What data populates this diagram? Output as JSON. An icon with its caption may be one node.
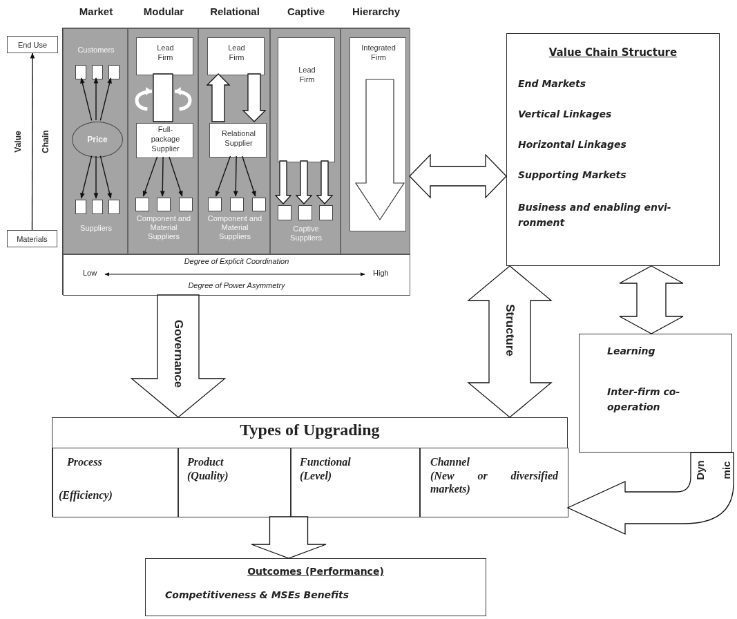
{
  "diagram": {
    "nodes": [
      {
        "text": [],
        "shape": "box"
      },
      {
        "text": [
          "Market",
          "Customers",
          "Suppliers"
        ],
        "in": 0
      },
      {
        "text": [],
        "shape": "box",
        "in": 1
      },
      {
        "text": [],
        "shape": "box",
        "in": 1
      },
      {
        "text": [],
        "shape": "box",
        "in": 1
      },
      {
        "text": [
          "Price"
        ],
        "in": 1
      },
      {
        "text": [],
        "shape": "box",
        "in": 1
      },
      {
        "text": [],
        "shape": "box",
        "in": 1
      },
      {
        "text": [],
        "shape": "box",
        "in": 1
      },
      {
        "text": [
          "Modular",
          "Component and Material Suppliers"
        ],
        "in": 0
      },
      {
        "text": [
          "Lead Firm"
        ],
        "in": 9
      },
      {
        "text": [
          "Full- package Supplier"
        ],
        "in": 9
      },
      {
        "text": [],
        "shape": "box",
        "in": 9
      },
      {
        "text": [],
        "shape": "box",
        "in": 9
      },
      {
        "text": [],
        "shape": "box",
        "in": 9
      },
      {
        "text": [
          "Relational",
          "Component and Material Suppliers"
        ],
        "in": 0
      },
      {
        "text": [
          "Lead Firm"
        ],
        "in": 15
      },
      {
        "text": [
          "Relational Supplier"
        ],
        "in": 15
      },
      {
        "text": [],
        "shape": "box",
        "in": 15
      },
      {
        "text": [],
        "shape": "box",
        "in": 15
      },
      {
        "text": [],
        "shape": "box",
        "in": 15
      },
      {
        "text": [
          "Captive",
          "Captive Suppliers"
        ],
        "in": 0
      },
      {
        "text": [
          "Lead Firm"
        ],
        "in": 21
      },
      {
        "text": [],
        "shape": "box",
        "in": 21
      },
      {
        "text": [],
        "shape": "box",
        "in": 21
      },
      {
        "text": [],
        "shape": "box",
        "in": 21
      },
      {
        "text": [
          "Hierarchy"
        ],
        "in": 0
      },
      {
        "text": [
          "Integrated Firm"
        ],
        "in": 26
      },
      {
        "text": [
          "Degree of Explicit Coordination",
          "Low",
          "High",
          "Degree of Power Asymmetry"
        ],
        "in": 0
      },
      {
        "text": [
          "End Use"
        ]
      },
      {
        "text": [
          "Materials"
        ]
      },
      {
        "text": [
          "Value Chain Structure",
          "End Markets",
          "Vertical Linkages",
          "Horizontal Linkages",
          "Supporting Markets",
          "Business and enabling envi- ronment"
        ]
      },
      {
        "text": [
          "Learning",
          "Inter-firm co- operation"
        ]
      },
      {
        "text": [
          "Types of Upgrading"
        ]
      },
      {
        "text": [
          "Process",
          "(Efficiency)"
        ],
        "in": 33
      },
      {
        "text": [
          "Product",
          "(Quality)"
        ],
        "in": 33
      },
      {
        "text": [
          "Functional",
          "(Level)"
        ],
        "in": 33
      },
      {
        "text": [
          "Channel",
          "(New or diversified markets)"
        ],
        "in": 33
      },
      {
        "text": [
          "Outcomes (Performance)",
          "Competitiveness & MSEs Benefits"
        ]
      }
    ],
    "edges": [
      {
        "from": 5,
        "to": 2,
        "arrow": "to"
      },
      {
        "from": 5,
        "to": 3,
        "arrow": "to"
      },
      {
        "from": 5,
        "to": 4,
        "arrow": "to"
      },
      {
        "from": 5,
        "to": 6,
        "arrow": "to"
      },
      {
        "from": 5,
        "to": 7,
        "arrow": "to"
      },
      {
        "from": 5,
        "to": 8,
        "arrow": "to"
      },
      {
        "from": 10,
        "to": 11,
        "arrow": "none",
        "style": "thick"
      },
      {
        "from": 11,
        "to": 12,
        "arrow": "to"
      },
      {
        "from": 11,
        "to": 13,
        "arrow": "to"
      },
      {
        "from": 11,
        "to": 14,
        "arrow": "to"
      },
      {
        "from": 17,
        "to": 16,
        "arrow": "to",
        "style": "thick"
      },
      {
        "from": 16,
        "to": 17,
        "arrow": "to",
        "style": "thick"
      },
      {
        "from": 17,
        "to": 18,
        "arrow": "to"
      },
      {
        "from": 17,
        "to": 19,
        "arrow": "to"
      },
      {
        "from": 17,
        "to": 20,
        "arrow": "to"
      },
      {
        "from": 22,
        "to": 23,
        "arrow": "to",
        "style": "thick"
      },
      {
        "from": 22,
        "to": 24,
        "arrow": "to",
        "style": "thick"
      },
      {
        "from": 22,
        "to": 25,
        "arrow": "to",
        "style": "thick"
      },
      {
        "from": 30,
        "to": 29,
        "arrow": "to"
      },
      {
        "from": 0,
        "to": 31,
        "arrow": "both",
        "style": "thick"
      },
      {
        "from": 0,
        "to": 33,
        "arrow": "to",
        "style": "thick",
        "label": "Governance"
      },
      {
        "from": 31,
        "to": 33,
        "arrow": "both",
        "style": "thick",
        "label": "Structure"
      },
      {
        "from": 31,
        "to": 32,
        "arrow": "both",
        "style": "thick"
      },
      {
        "from": 32,
        "to": 33,
        "arrow": "to",
        "style": "thick",
        "label": "Dyn"
      },
      {
        "from": 33,
        "to": 38,
        "arrow": "to",
        "style": "thick"
      }
    ],
    "labels": [
      "Value",
      "Chain",
      "mic"
    ]
  }
}
